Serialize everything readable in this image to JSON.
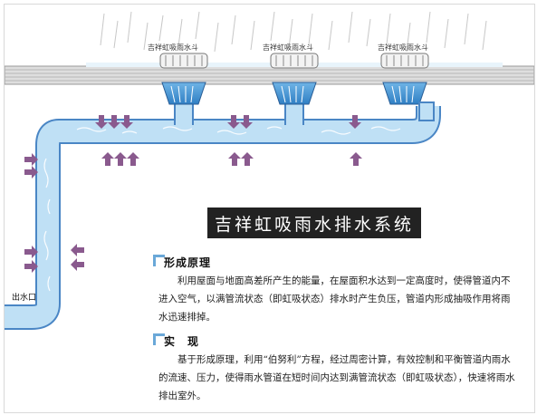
{
  "diagram": {
    "title": "吉祥虹吸雨水排水系统",
    "drain_labels": [
      "吉祥虹吸雨水斗",
      "吉祥虹吸雨水斗",
      "吉祥虹吸雨水斗"
    ],
    "outlet_label": "出水口"
  },
  "principle": {
    "heading": "形成原理",
    "text": "利用屋面与地面高差所产生的能量，在屋面积水达到一定高度时，使得管道内不进入空气，以满管流状态（即虹吸状态）排水时产生负压，管道内形成抽吸作用将雨水迅速排掉。"
  },
  "implementation": {
    "heading": "实　现",
    "text": "基于形成原理，利用“伯努利”方程，经过周密计算，有效控制和平衡管道内雨水的流速、压力，使得雨水管道在短时间内达到满管流状态（即虹吸状态），快速将雨水排出室外。"
  },
  "colors": {
    "pipe_water": "#bfe0f5",
    "pipe_outline": "#4a86c5",
    "arrow": "#8a5a8e",
    "roof": "#c9c9c9",
    "banner": "#222222"
  }
}
